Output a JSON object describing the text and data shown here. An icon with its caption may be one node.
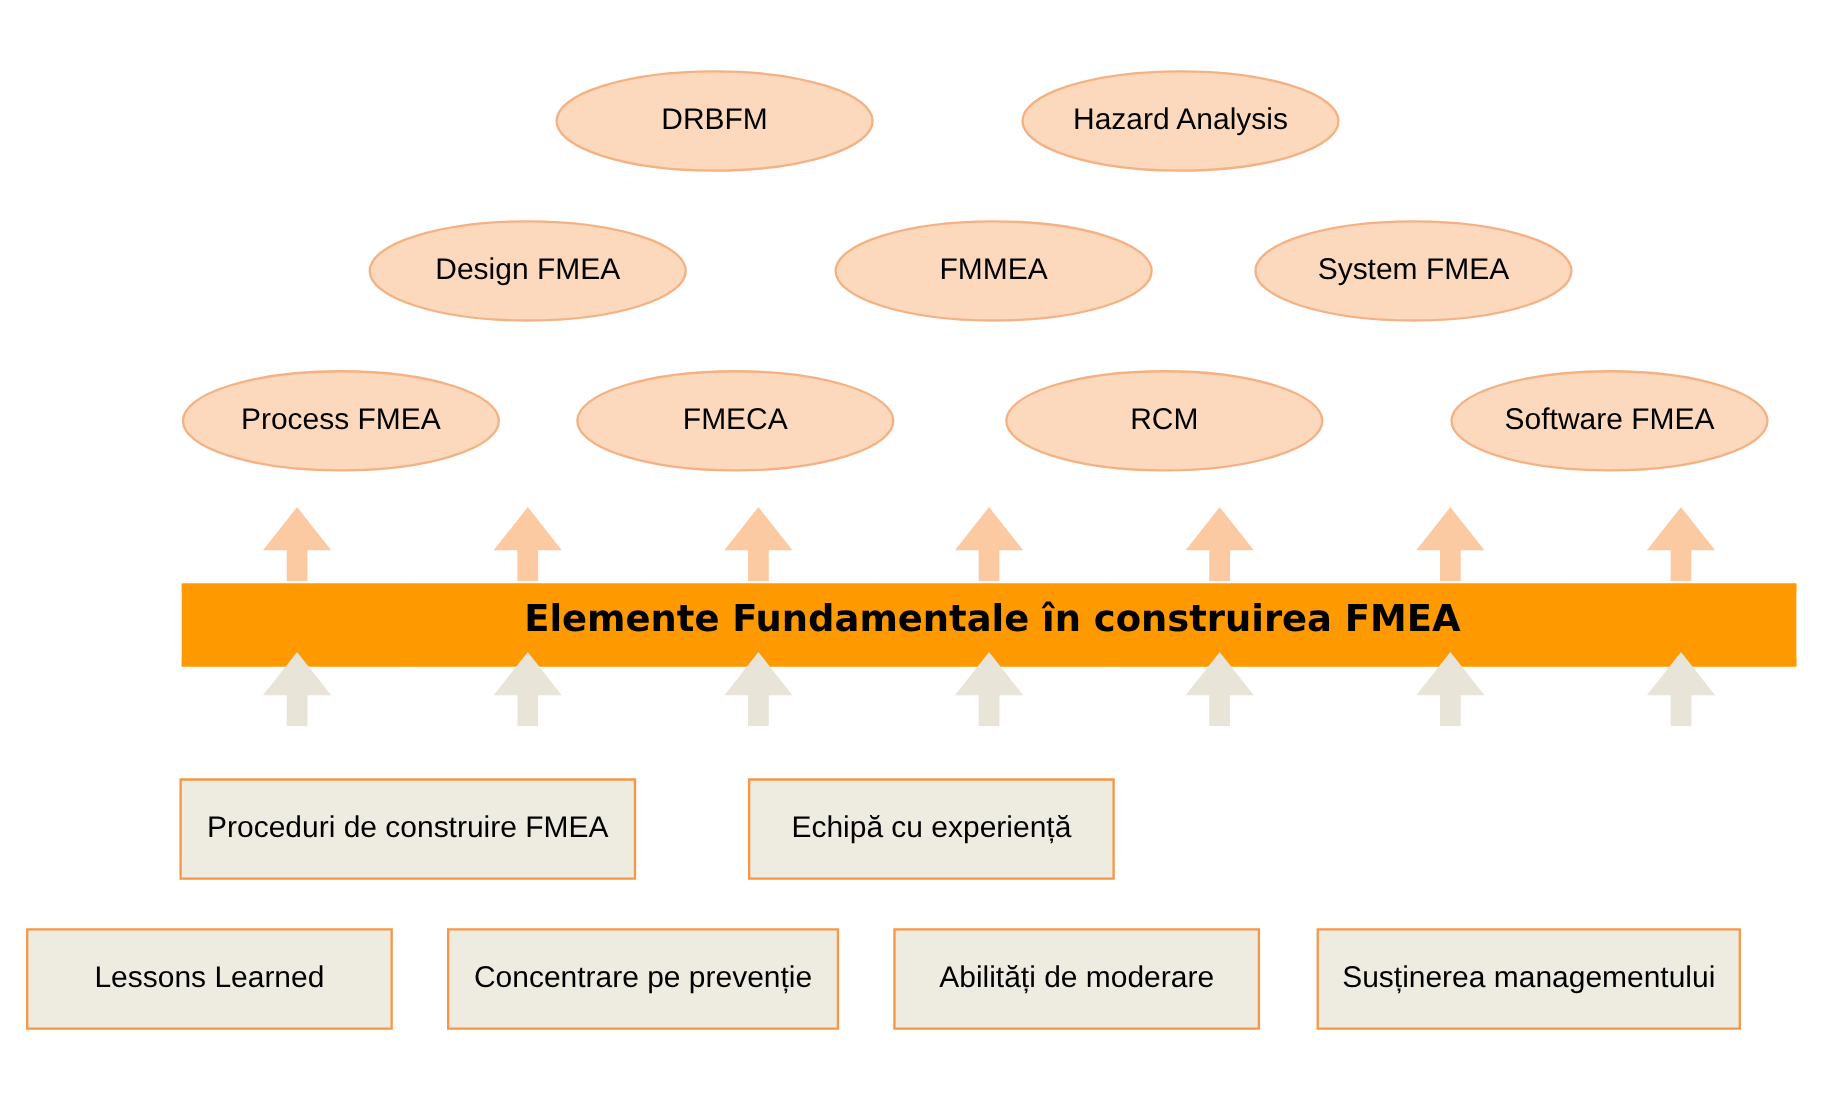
{
  "diagram": {
    "nodes": [
      {
        "text": [
          "DRBFM"
        ]
      },
      {
        "text": [
          "Hazard Analysis"
        ]
      },
      {
        "text": [
          "Design FMEA"
        ]
      },
      {
        "text": [
          "FMMEA"
        ]
      },
      {
        "text": [
          "System FMEA"
        ]
      },
      {
        "text": [
          "Process FMEA"
        ]
      },
      {
        "text": [
          "FMECA"
        ]
      },
      {
        "text": [
          "RCM"
        ]
      },
      {
        "text": [
          "Software FMEA"
        ]
      },
      {
        "text": [
          "Elemente Fundamentale în construirea FMEA"
        ]
      },
      {
        "text": [
          "Proceduri de construire FMEA"
        ]
      },
      {
        "text": [
          "Echipă cu experiență"
        ]
      },
      {
        "text": [
          "Lessons Learned"
        ]
      },
      {
        "text": [
          "Concentrare pe prevenție"
        ]
      },
      {
        "text": [
          "Abilități de moderare"
        ]
      },
      {
        "text": [
          "Susținerea managementului"
        ]
      }
    ],
    "edges": [
      {
        "from": null,
        "to": 9,
        "arrow": "to",
        "color": "#e8e4d8"
      },
      {
        "from": null,
        "to": 9,
        "arrow": "to",
        "color": "#e8e4d8"
      },
      {
        "from": null,
        "to": 9,
        "arrow": "to",
        "color": "#e8e4d8"
      },
      {
        "from": null,
        "to": 9,
        "arrow": "to",
        "color": "#e8e4d8"
      },
      {
        "from": null,
        "to": 9,
        "arrow": "to",
        "color": "#e8e4d8"
      },
      {
        "from": null,
        "to": 9,
        "arrow": "to",
        "color": "#e8e4d8"
      },
      {
        "from": null,
        "to": 9,
        "arrow": "to",
        "color": "#e8e4d8"
      },
      {
        "from": 9,
        "to": null,
        "arrow": "to",
        "color": "#fbc9a2"
      },
      {
        "from": 9,
        "to": null,
        "arrow": "to",
        "color": "#fbc9a2"
      },
      {
        "from": 9,
        "to": null,
        "arrow": "to",
        "color": "#fbc9a2"
      },
      {
        "from": 9,
        "to": null,
        "arrow": "to",
        "color": "#fbc9a2"
      },
      {
        "from": 9,
        "to": null,
        "arrow": "to",
        "color": "#fbc9a2"
      },
      {
        "from": 9,
        "to": null,
        "arrow": "to",
        "color": "#fbc9a2"
      },
      {
        "from": 9,
        "to": null,
        "arrow": "to",
        "color": "#fbc9a2"
      }
    ]
  }
}
